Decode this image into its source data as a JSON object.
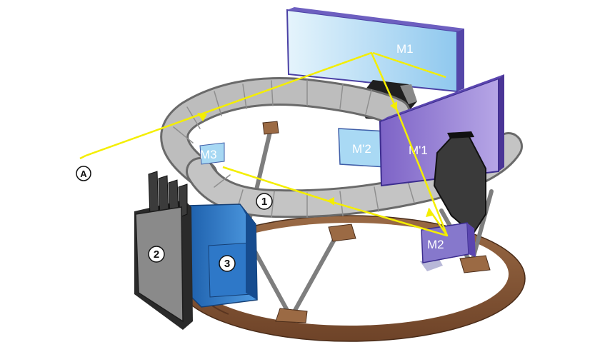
{
  "labels": {
    "m1": "M1",
    "m1_prime": "M'1",
    "m2": "M2",
    "m2_prime": "M'2",
    "m3": "M3",
    "a": "A",
    "one": "1",
    "two": "2",
    "three": "3"
  },
  "colors": {
    "beam": "#f4ee00",
    "tube": "#b9b9b9",
    "ring": "#8b5a37",
    "m1": "#a6d4f2",
    "m1_prime": "#8b76d2",
    "m2": "#8678cc",
    "block2": "#7c7c7c",
    "block3": "#2f7ccc"
  }
}
